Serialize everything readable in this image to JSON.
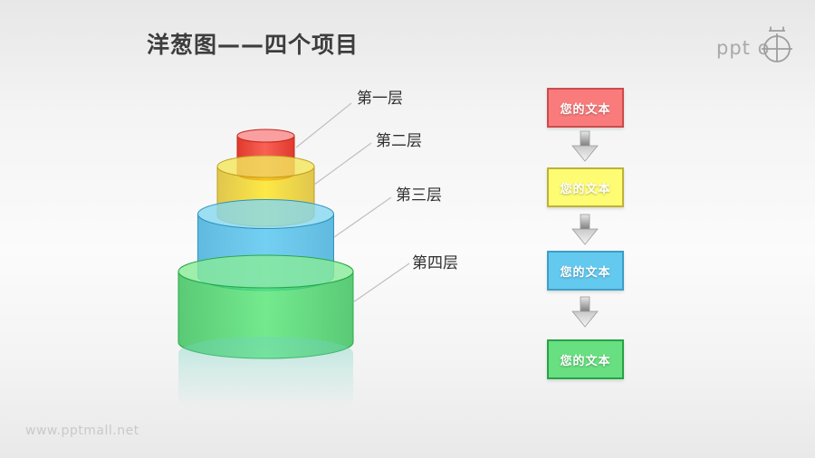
{
  "title": "洋葱图——四个项目",
  "logo_text": "ppt o",
  "watermark": "www.pptmall.net",
  "onion": {
    "layers": [
      {
        "label": "第一层",
        "body_color": "#f23629",
        "top_color": "#f99a9a"
      },
      {
        "label": "第二层",
        "body_color": "#ffe414",
        "top_color": "#f2e75e"
      },
      {
        "label": "第三层",
        "body_color": "#4ec4f0",
        "top_color": "#85d7f0"
      },
      {
        "label": "第四层",
        "body_color": "#4fe670",
        "top_color": "#88eb97"
      }
    ]
  },
  "flow": {
    "boxes": [
      {
        "label": "您的文本",
        "fill": "#f97b7b",
        "border": "#cb4c4c"
      },
      {
        "label": "您的文本",
        "fill": "#fdfc72",
        "border": "#beb13a"
      },
      {
        "label": "您的文本",
        "fill": "#63c9ef",
        "border": "#3e9ec6"
      },
      {
        "label": "您的文本",
        "fill": "#68df80",
        "border": "#27a347"
      }
    ],
    "arrow_icon": "down-arrow"
  }
}
